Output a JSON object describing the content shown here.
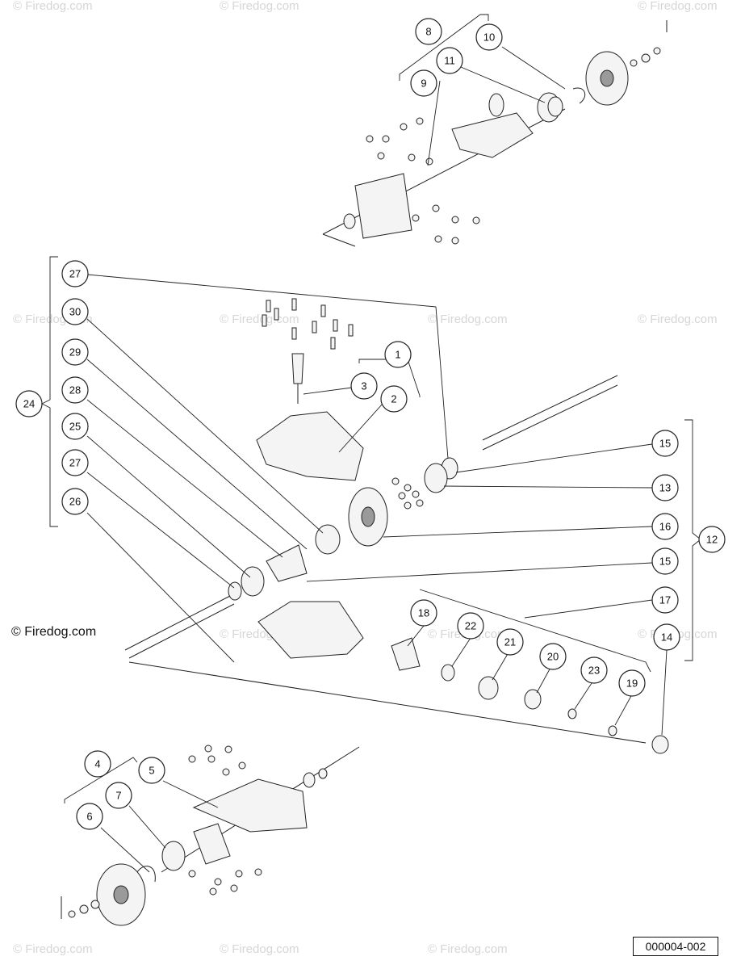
{
  "watermark": "© Firedog.com",
  "copyright_label": "© Firedog.com",
  "diagram_id": "000004-002",
  "callouts": [
    "8",
    "9",
    "10",
    "11",
    "27",
    "30",
    "29",
    "28",
    "25",
    "27",
    "26",
    "24",
    "1",
    "3",
    "2",
    "15",
    "13",
    "16",
    "12",
    "15",
    "17",
    "18",
    "22",
    "21",
    "20",
    "23",
    "19",
    "14",
    "4",
    "5",
    "7",
    "6"
  ]
}
